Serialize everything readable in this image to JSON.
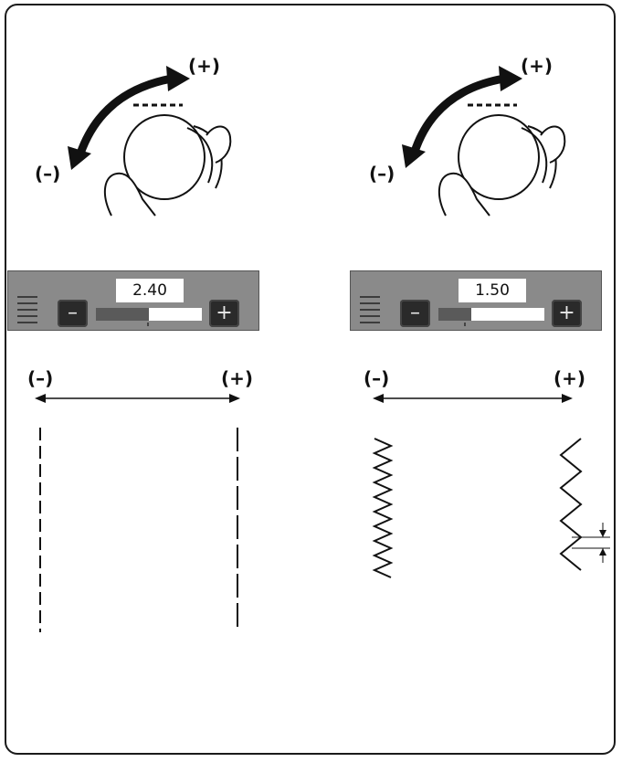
{
  "left_setting": {
    "knob": {
      "minus_label": "(–)",
      "plus_label": "(+)"
    },
    "display": {
      "value": "2.40",
      "minus_button": "–",
      "plus_button": "+",
      "fill_fraction": 0.5
    },
    "scale": {
      "minus_label": "(–)",
      "plus_label": "(+)"
    }
  },
  "right_setting": {
    "knob": {
      "minus_label": "(–)",
      "plus_label": "(+)"
    },
    "display": {
      "value": "1.50",
      "minus_button": "–",
      "plus_button": "+",
      "fill_fraction": 0.31
    },
    "scale": {
      "minus_label": "(–)",
      "plus_label": "(+)"
    }
  },
  "icons": [
    "curved-arrow-icon",
    "knob-icon",
    "hand-icon",
    "minus-icon",
    "plus-icon",
    "double-arrow-icon"
  ]
}
